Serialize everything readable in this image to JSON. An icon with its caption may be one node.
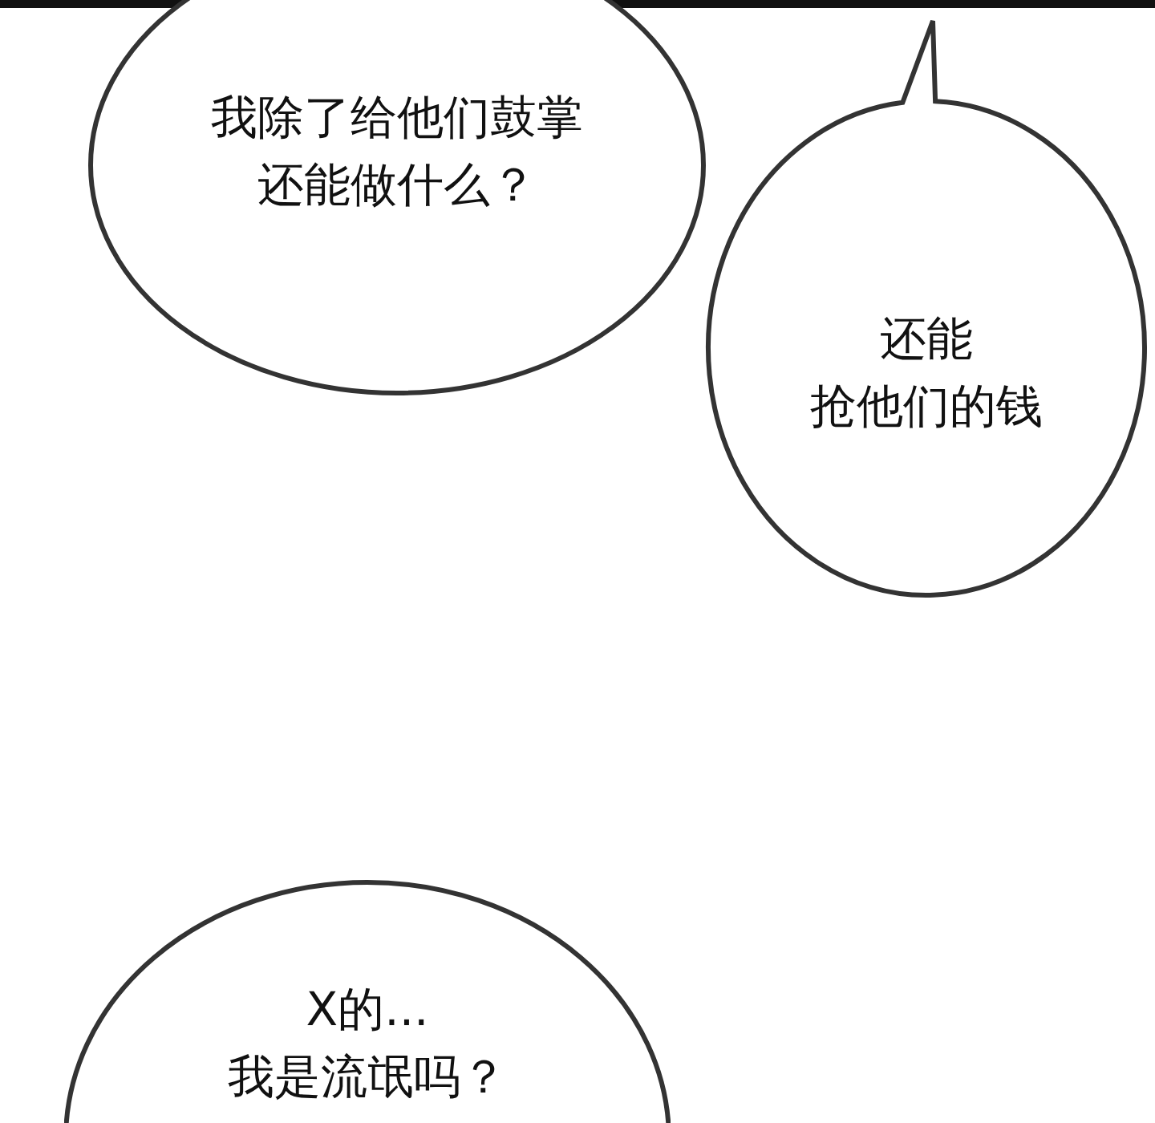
{
  "diagram": {
    "nodes": [
      {
        "text": [
          "我除了给他们鼓掌还能做什么？"
        ]
      },
      {
        "text": [
          "还能抢他们的钱"
        ]
      },
      {
        "text": [
          "X的...我是流氓吗？"
        ]
      }
    ]
  }
}
